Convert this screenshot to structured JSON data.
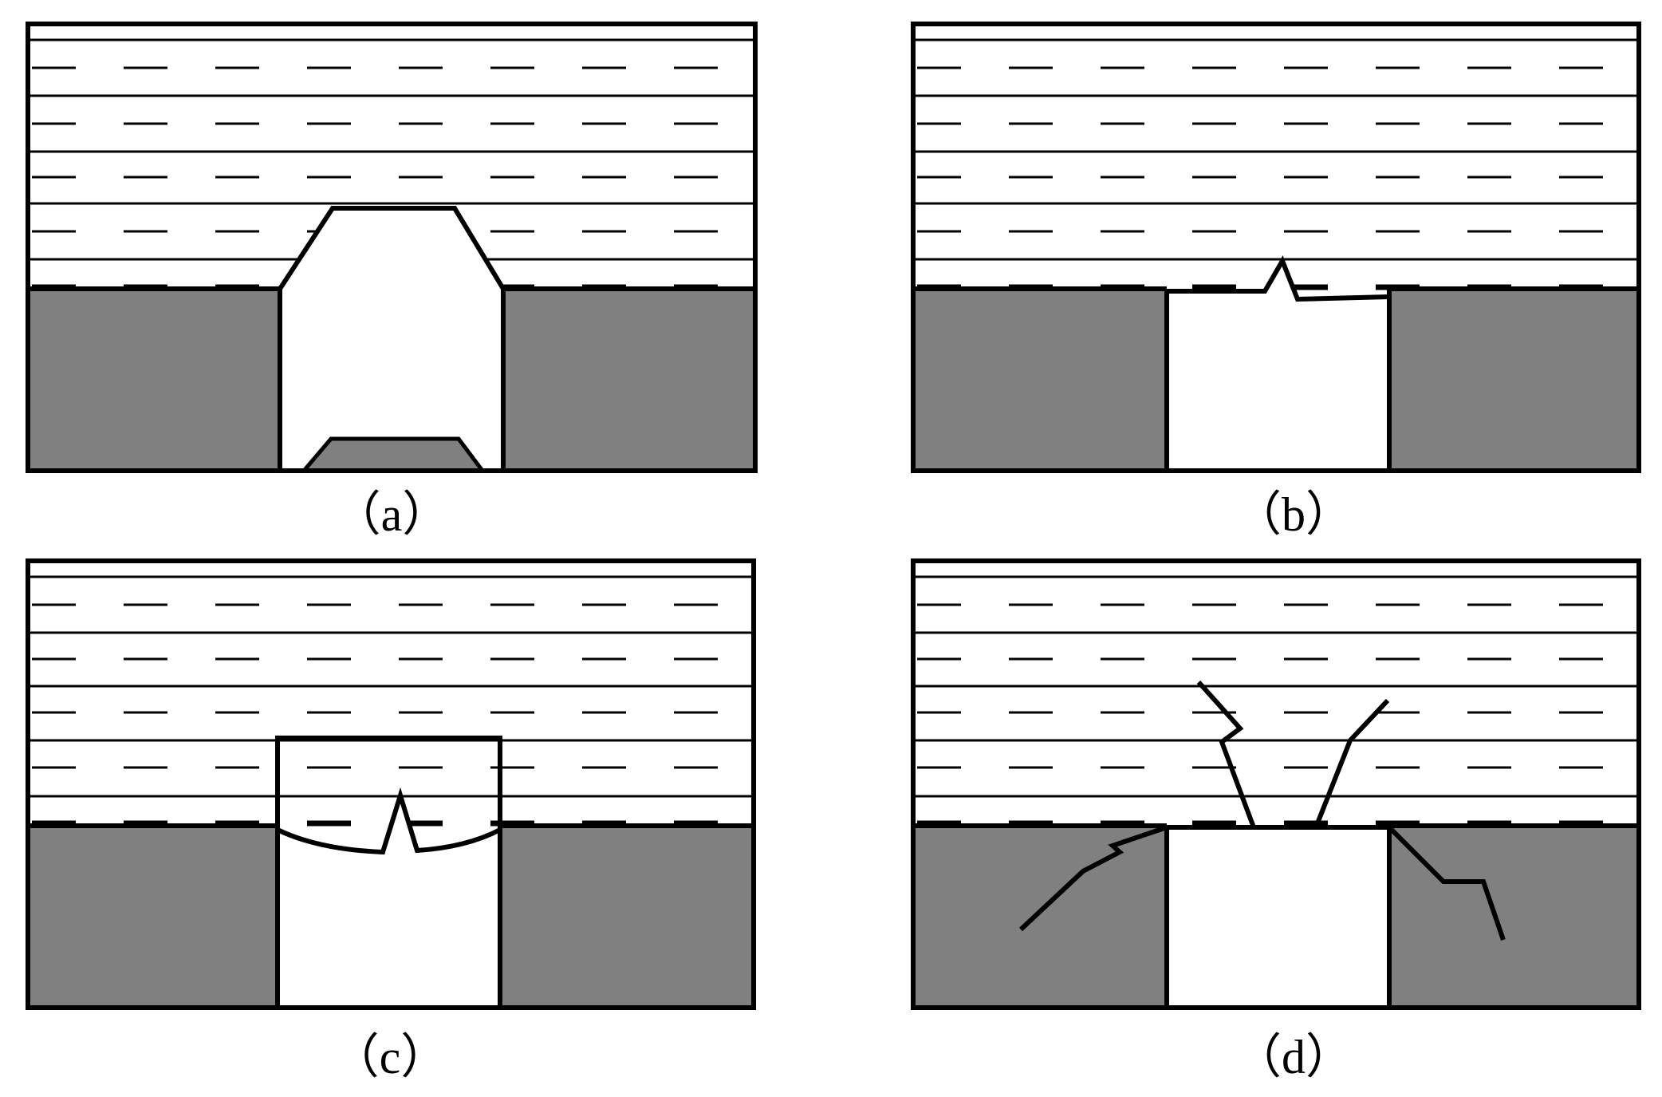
{
  "figure": {
    "panels": [
      {
        "id": "a",
        "caption": "（a）",
        "scenario": "trapezoid-collapse"
      },
      {
        "id": "b",
        "caption": "（b）",
        "scenario": "roof-crack"
      },
      {
        "id": "c",
        "caption": "（c）",
        "scenario": "arched-roof-crack"
      },
      {
        "id": "d",
        "caption": "（d）",
        "scenario": "shear-fractures"
      }
    ],
    "colors": {
      "line": "#000000",
      "rock": "#808080",
      "background": "#ffffff"
    }
  }
}
